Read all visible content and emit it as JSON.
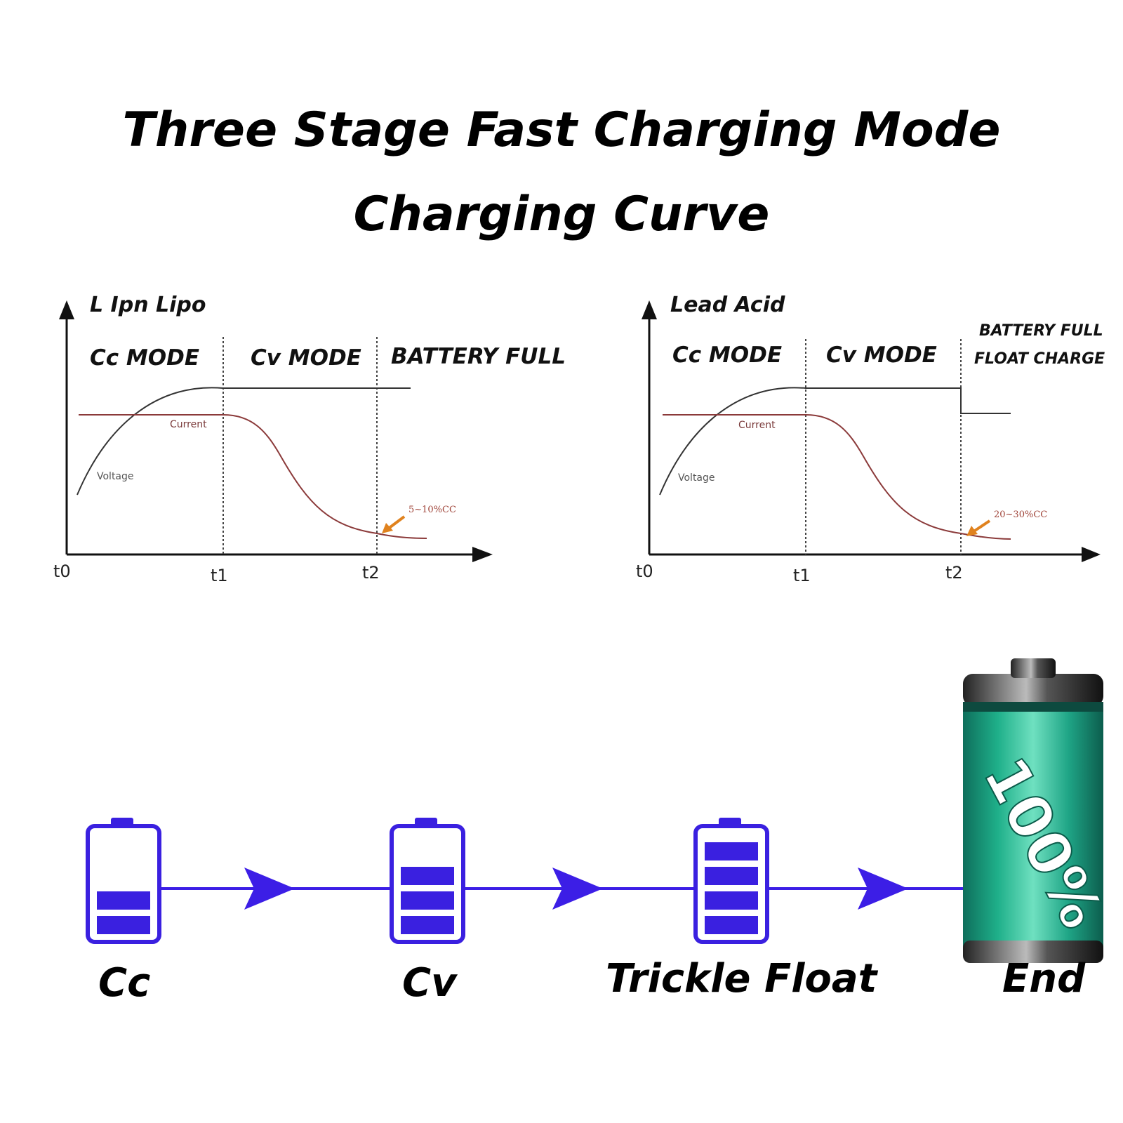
{
  "title": {
    "line1": "Three Stage Fast Charging Mode",
    "line2": "Charging Curve"
  },
  "colors": {
    "voltage_curve": "#333333",
    "current_curve": "#8b3a3a",
    "arrow_marker": "#e0821e",
    "flow_line": "#3c1ee6",
    "battery_outline": "#3a20e0",
    "battery_fill": "#3a20e0",
    "full_battery_green": "#1fb08a"
  },
  "charts": [
    {
      "heading": "L Ipn Lipo",
      "modes": [
        "Cc MODE",
        "Cv MODE",
        "BATTERY FULL"
      ],
      "voltage_label": "Voltage",
      "current_label": "Current",
      "annotation": "5~10%CC",
      "ticks": [
        "t0",
        "t1",
        "t2"
      ]
    },
    {
      "heading": "Lead Acid",
      "modes": [
        "Cc MODE",
        "Cv MODE",
        "BATTERY FULL",
        "FLOAT CHARGE"
      ],
      "voltage_label": "Voltage",
      "current_label": "Current",
      "annotation": "20~30%CC",
      "ticks": [
        "t0",
        "t1",
        "t2"
      ]
    }
  ],
  "stages": [
    {
      "label": "Cc",
      "bars": 2
    },
    {
      "label": "Cv",
      "bars": 3
    },
    {
      "label": "Trickle Float",
      "bars": 4
    },
    {
      "label": "End",
      "text": "100%"
    }
  ]
}
